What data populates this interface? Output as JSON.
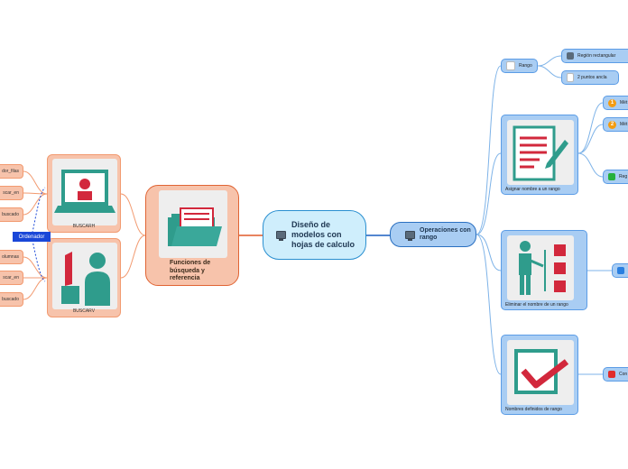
{
  "center": {
    "title": "Diseño de modelos con hojas de calculo",
    "icon": "monitor-icon"
  },
  "functions": {
    "title": "Funciones de búsqueda y referencia",
    "buscarh": {
      "label": "BUSCARH",
      "leaves": [
        "dor_filas",
        "scar_en",
        "buscado"
      ]
    },
    "buscarv": {
      "label": "BUSCARV",
      "leaves": [
        "olumnas",
        "scar_en",
        "buscado"
      ]
    },
    "ordenador": "Ordenador"
  },
  "operations": {
    "title": "Operaciones con rango",
    "icon": "monitor-icon",
    "rango": {
      "label": "Rango",
      "children": [
        "Región rectangular",
        "2 puntos ancla"
      ]
    },
    "asignar": {
      "label": "Asignar  nombre a un rango",
      "children": [
        "Mét",
        "Mét",
        "Reg"
      ]
    },
    "eliminar": {
      "label": "Eliminar el nombre de un rango"
    },
    "nombres": {
      "label": "Nombres definidos de rango",
      "children": [
        "Con"
      ]
    }
  },
  "colors": {
    "accent_blue": "#2a8fd0",
    "accent_orange": "#e06434",
    "teal": "#2f9c8c",
    "crimson": "#d2283c"
  }
}
